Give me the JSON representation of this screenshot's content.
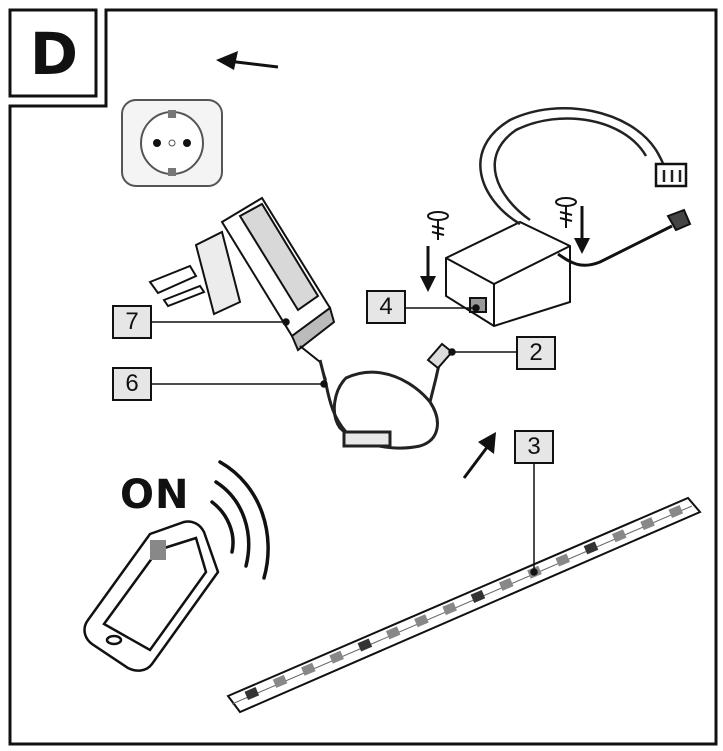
{
  "diagram": {
    "step_letter": "D",
    "status_text": "ON",
    "callouts": [
      {
        "id": "callout-7",
        "label": "7"
      },
      {
        "id": "callout-6",
        "label": "6"
      },
      {
        "id": "callout-4",
        "label": "4"
      },
      {
        "id": "callout-2",
        "label": "2"
      },
      {
        "id": "callout-3",
        "label": "3"
      }
    ],
    "icons": [
      "wall-socket-icon",
      "power-adapter-icon",
      "controller-box-icon",
      "screw-icon",
      "smartphone-icon",
      "wireless-signal-icon",
      "led-strip-icon",
      "arrow-icon"
    ]
  }
}
